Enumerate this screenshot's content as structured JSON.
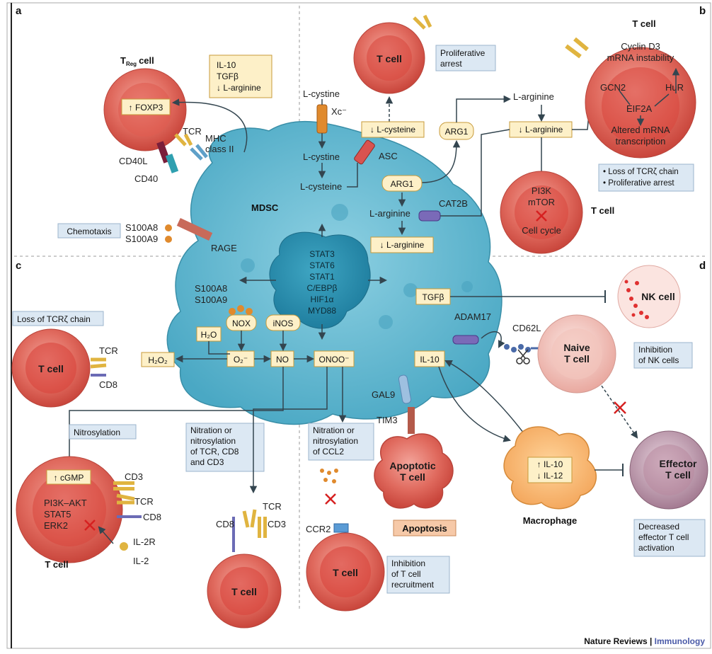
{
  "panels": {
    "a": "a",
    "b": "b",
    "c": "c",
    "d": "d"
  },
  "center": {
    "label": "MDSC",
    "nucleus_lines": [
      "STAT3",
      "STAT6",
      "STAT1",
      "C/EBPβ",
      "HIF1α",
      "MYD88"
    ]
  },
  "panel_a": {
    "treg_title": "T",
    "treg_sub": "Reg",
    "treg_cell": "cell",
    "foxp3": "↑ FOXP3",
    "box_lines": [
      "IL-10",
      "TGFβ",
      "↓ L-arginine"
    ],
    "tcr": "TCR",
    "mhc_line1": "MHC",
    "mhc_line2": "class II",
    "cd40l": "CD40L",
    "cd40": "CD40",
    "chemotaxis": "Chemotaxis",
    "s100a8": "S100A8",
    "s100a9": "S100A9",
    "rage": "RAGE"
  },
  "panel_b": {
    "top_tcell": "T cell",
    "prolif_arrest_lines": [
      "Proliferative",
      "arrest"
    ],
    "cystine": "L-cystine",
    "xc": "Xc⁻",
    "cystine_inside": "L-cystine",
    "cysteine_inside": "L-cysteine",
    "asc": "ASC",
    "low_cysteine": "↓ L-cysteine",
    "arg1_top": "ARG1",
    "arg1_inner": "ARG1",
    "larginine_top": "L-arginine",
    "low_arginine_top": "↓ L-arginine",
    "cat2b": "CAT2B",
    "larginine_inner": "L-arginine",
    "low_arginine_inner": "↓ L-arginine",
    "tcell_right_title": "T cell",
    "cyclin_line1": "Cyclin D3",
    "cyclin_line2": "mRNA instability",
    "gcn2": "GCN2",
    "hur": "HuR",
    "eif2a": "EIF2A",
    "altered_line1": "Altered mRNA",
    "altered_line2": "transcription",
    "bullet1": "• Loss of TCRζ chain",
    "bullet2": "• Proliferative arrest",
    "pi3k": "PI3K",
    "mtor": "mTOR",
    "cell_cycle": "Cell cycle",
    "tcell_bottom_label": "T cell"
  },
  "panel_c": {
    "s100a8": "S100A8",
    "s100a9": "S100A9",
    "nox": "NOX",
    "inos": "iNOS",
    "h2o": "H₂O",
    "o2": "O₂⁻",
    "no": "NO",
    "onoo": "ONOO⁻",
    "h2o2": "H₂O₂",
    "loss_tcr": "Loss of TCRζ chain",
    "tcell_left": "T cell",
    "tcr": "TCR",
    "cd8": "CD8",
    "nitrosylation": "Nitrosylation",
    "cgmp": "↑ cGMP",
    "pathway_lines": [
      "PI3K–AKT",
      "STAT5",
      "ERK2"
    ],
    "cd3": "CD3",
    "tcr2": "TCR",
    "cd8b": "CD8",
    "il2r": "IL-2R",
    "il2": "IL-2",
    "tcell_bl": "T cell",
    "nitration_lines": [
      "Nitration or",
      "nitrosylation",
      "of TCR, CD8",
      "and CD3"
    ],
    "cd8c": "CD8",
    "tcr3": "TCR",
    "cd3b": "CD3",
    "tcell_bottom": "T cell",
    "nitration_ccl2_lines": [
      "Nitration or",
      "nitrosylation",
      "of CCL2"
    ],
    "ccr2": "CCR2",
    "tcell_bottom2": "T cell",
    "inhibition_lines": [
      "Inhibition",
      "of T cell",
      "recruitment"
    ]
  },
  "panel_d": {
    "tgfb": "TGFβ",
    "nk_cell": "NK cell",
    "inhibition_nk_lines": [
      "Inhibition",
      "of NK cells"
    ],
    "adam17": "ADAM17",
    "cd62l": "CD62L",
    "naive_lines": [
      "Naive",
      "T cell"
    ],
    "il10": "IL-10",
    "gal9": "GAL9",
    "tim3": "TIM3",
    "apoptotic_lines": [
      "Apoptotic",
      "T cell"
    ],
    "apoptosis": "Apoptosis",
    "mac_lines": [
      "↑ IL-10",
      "↓ IL-12"
    ],
    "macrophage": "Macrophage",
    "effector_lines": [
      "Effector",
      "T cell"
    ],
    "decreased_lines": [
      "Decreased",
      "effector T cell",
      "activation"
    ]
  },
  "footer": {
    "journal": "Nature Reviews",
    "sep": " | ",
    "section": "Immunology"
  },
  "colors": {
    "mdsc": "#5fb3cc",
    "tcell": "#d9534f",
    "box": "#fdf0c8",
    "bluebox": "#dce8f3",
    "accent": "#6b6bb5"
  }
}
